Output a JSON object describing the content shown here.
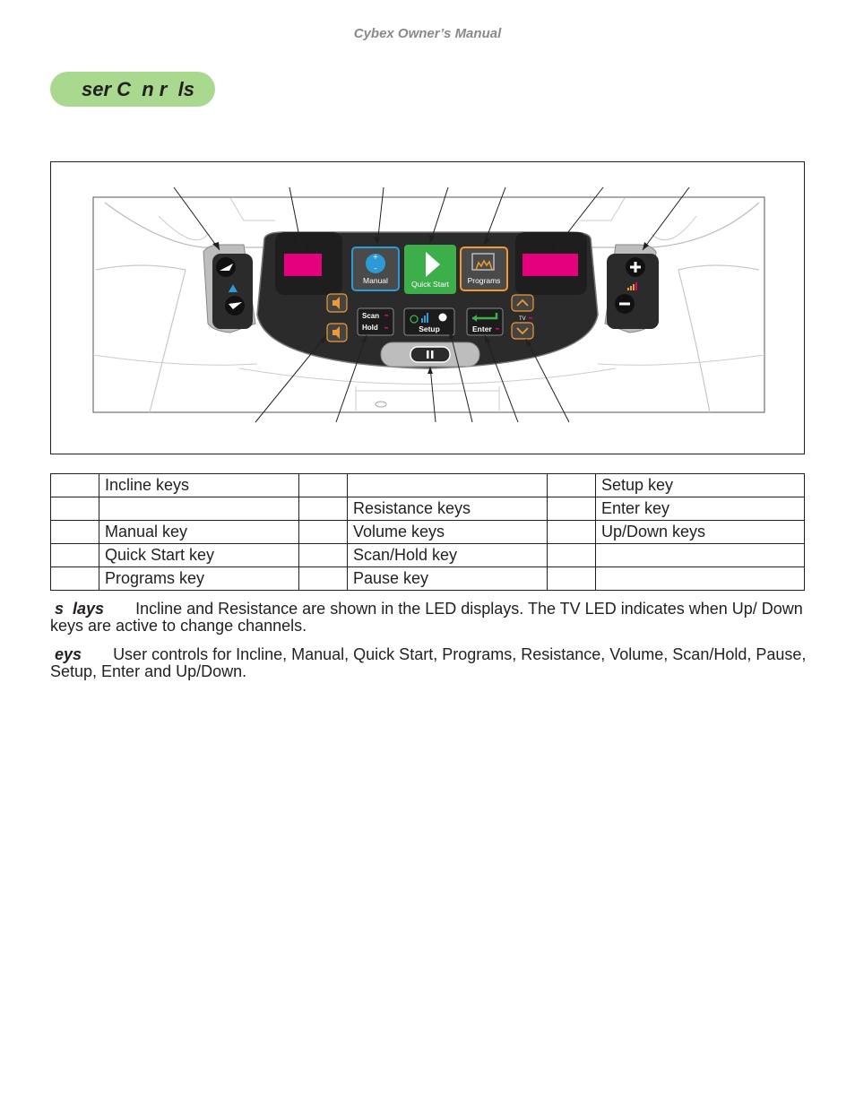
{
  "header": {
    "title": "Cybex Owner’s Manual"
  },
  "section": {
    "title": "ser C  n r  ls"
  },
  "console": {
    "manual_label": "Manual",
    "quick_start_label": "Quick Start",
    "programs_label": "Programs",
    "scan_label": "Scan",
    "hold_label": "Hold",
    "setup_label": "Setup",
    "enter_label": "Enter",
    "tv_label": "TV",
    "colors": {
      "display": "#e5007e",
      "quick_start": "#3daf4a",
      "programs": "#f29a2e",
      "manual": "#2c9ad6",
      "panel": "#2b2b2b"
    }
  },
  "table": {
    "rows": [
      [
        "",
        "Incline keys",
        "",
        "",
        "",
        "Setup key"
      ],
      [
        "",
        "",
        "",
        "Resistance keys",
        "",
        "Enter key"
      ],
      [
        "",
        "Manual key",
        "",
        "Volume keys",
        "",
        "Up/Down keys"
      ],
      [
        "",
        "Quick Start key",
        "",
        "Scan/Hold key",
        "",
        ""
      ],
      [
        "",
        "Programs key",
        "",
        "Pause key",
        "",
        ""
      ]
    ]
  },
  "paragraphs": {
    "displays_term": " s  lays",
    "displays_text": "Incline and Resistance are shown in the LED displays. The TV LED indicates when Up/ Down keys are active to change channels.",
    "keys_term": " eys",
    "keys_text": "User controls for Incline, Manual, Quick Start, Programs, Resistance, Volume, Scan/Hold, Pause, Setup, Enter and Up/Down."
  }
}
